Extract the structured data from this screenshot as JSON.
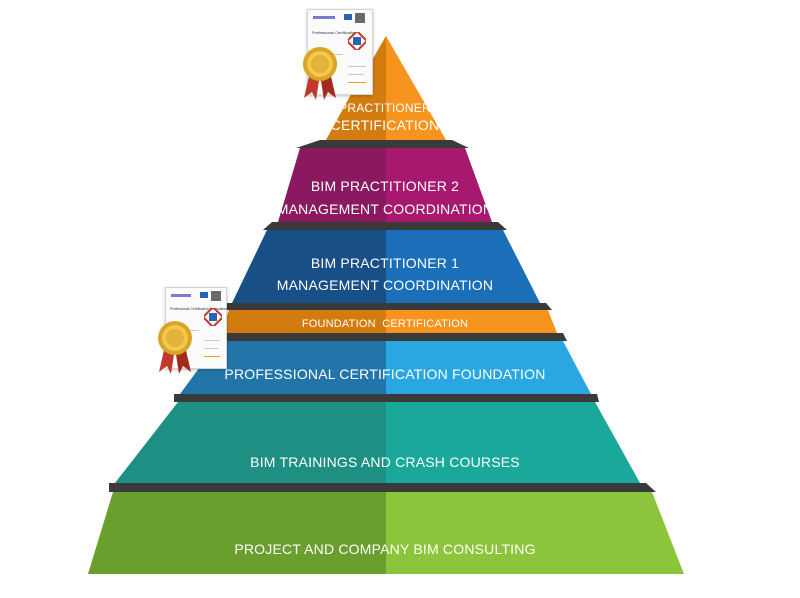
{
  "levels": [
    {
      "id": "practitioner-certification",
      "line1": "PRACTITIONER",
      "line2": "CERTIFICATION",
      "left": "#d27c10",
      "right": "#f7941e"
    },
    {
      "id": "bim-practitioner-2",
      "line1": "BIM PRACTITIONER 2",
      "line2": "MANAGEMENT COORDINATION",
      "left": "#8a1960",
      "right": "#a7186f"
    },
    {
      "id": "bim-practitioner-1",
      "line1": "BIM PRACTITIONER 1",
      "line2": "MANAGEMENT COORDINATION",
      "left": "#174f86",
      "right": "#1a6fb8"
    },
    {
      "id": "foundation-certification",
      "line1": "FOUNDATION  CERTIFICATION",
      "left": "#d27c10",
      "right": "#f7941e"
    },
    {
      "id": "professional-certification-foundation",
      "line1": "PROFESSIONAL CERTIFICATION FOUNDATION",
      "left": "#2175a8",
      "right": "#2aa7e0"
    },
    {
      "id": "bim-trainings",
      "line1": "BIM TRAININGS AND CRASH COURSES",
      "left": "#1e8f83",
      "right": "#19a89a"
    },
    {
      "id": "project-company-consulting",
      "line1": "PROJECT AND COMPANY BIM CONSULTING",
      "left": "#6a9e2d",
      "right": "#8cc43c"
    }
  ],
  "colors": {
    "shadow": "#3a3a3a",
    "seal_gold": "#d9a528",
    "seal_ribbon": "#c0392b"
  },
  "certificates": [
    {
      "id": "top",
      "title": "Professional Certification",
      "icon": "certificate-seal"
    },
    {
      "id": "foundation",
      "title": "Professional Certification Foundation",
      "icon": "certificate-seal"
    }
  ]
}
